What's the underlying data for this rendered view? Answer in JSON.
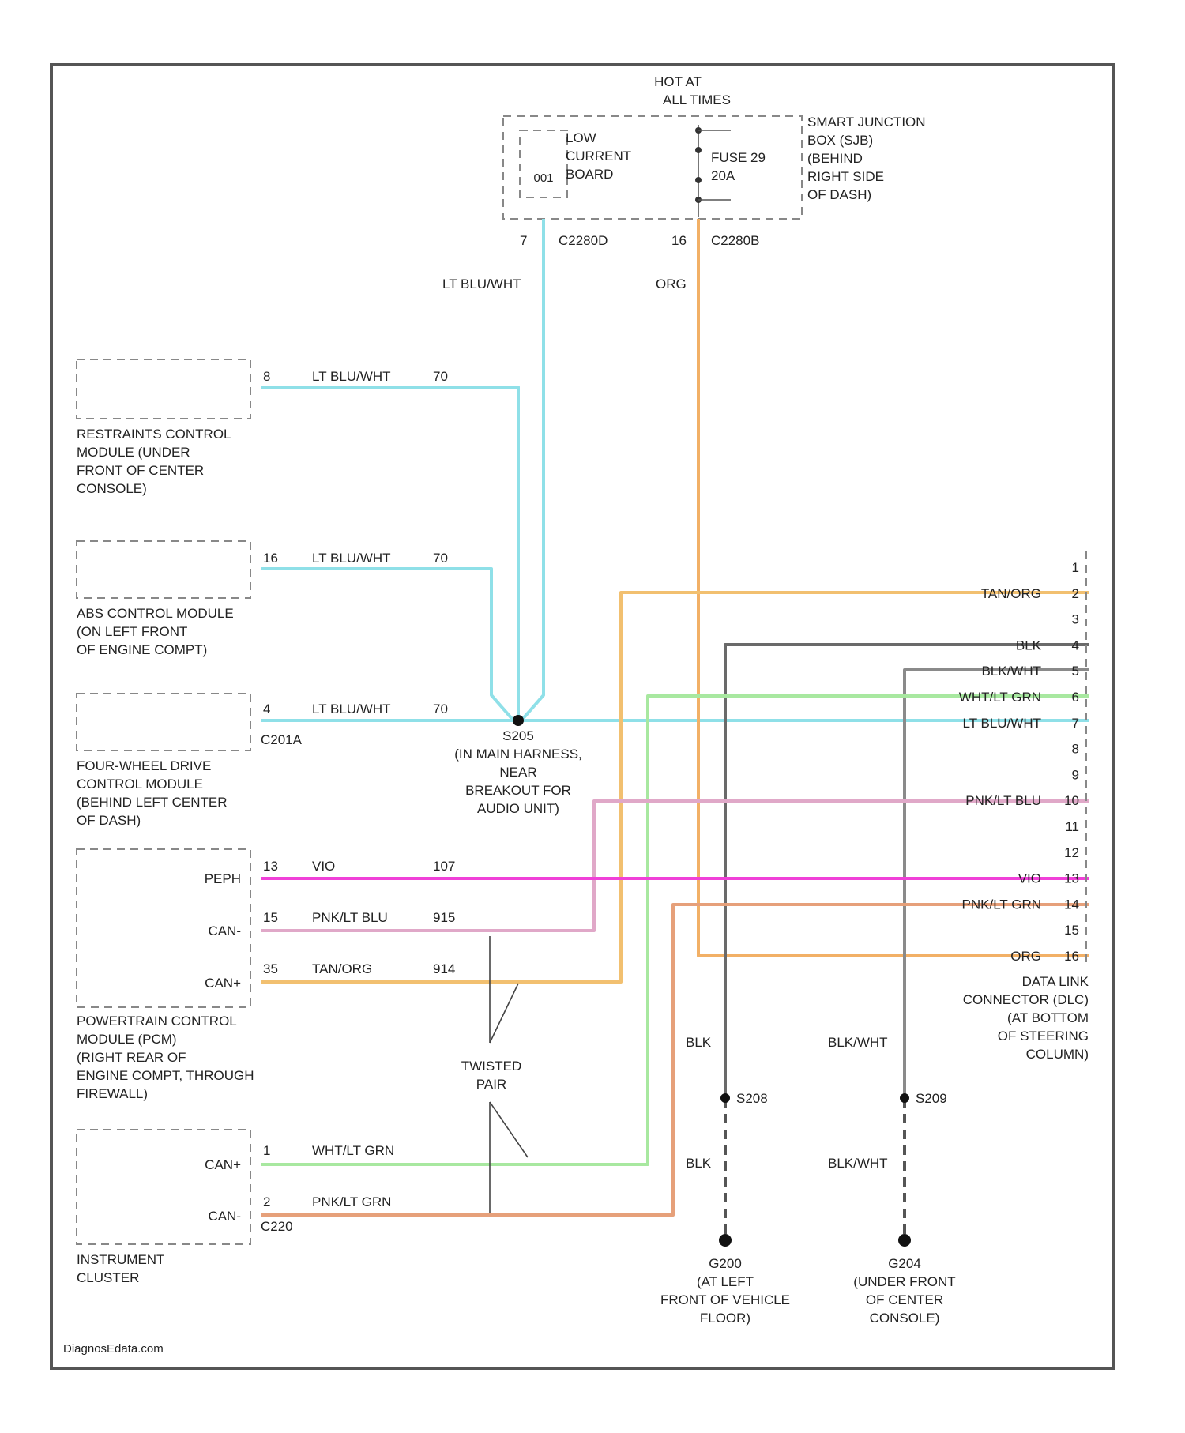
{
  "header": {
    "power": [
      "HOT AT",
      "ALL TIMES"
    ]
  },
  "sjb": {
    "label": [
      "SMART JUNCTION",
      "BOX (SJB)",
      "(BEHIND",
      "RIGHT SIDE",
      "OF DASH)"
    ],
    "lcb": [
      "LOW",
      "CURRENT",
      "BOARD"
    ],
    "lcb_ic": "001",
    "fuse": [
      "FUSE 29",
      "20A"
    ],
    "pin_left": "7",
    "conn_left": "C2280D",
    "pin_right": "16",
    "conn_right": "C2280B"
  },
  "wire_labels": {
    "lcb_down": "LT BLU/WHT",
    "fuse_down": "ORG"
  },
  "rcm": {
    "label": [
      "RESTRAINTS CONTROL",
      "MODULE (UNDER",
      "FRONT OF CENTER",
      "CONSOLE)"
    ],
    "pin": "8",
    "color": "LT BLU/WHT",
    "circuit": "70"
  },
  "abs": {
    "label": [
      "ABS CONTROL MODULE",
      "(ON LEFT FRONT",
      "OF ENGINE COMPT)"
    ],
    "pin": "16",
    "color": "LT BLU/WHT",
    "circuit": "70"
  },
  "fwd": {
    "label": [
      "FOUR-WHEEL DRIVE",
      "CONTROL MODULE",
      "(BEHIND LEFT CENTER",
      "OF DASH)"
    ],
    "pin": "4",
    "conn": "C201A",
    "color": "LT BLU/WHT",
    "circuit": "70"
  },
  "splice": {
    "id": "S205",
    "label": [
      "(IN MAIN HARNESS,",
      "NEAR",
      "BREAKOUT FOR",
      "AUDIO UNIT)"
    ]
  },
  "pcm": {
    "label": [
      "POWERTRAIN CONTROL",
      "MODULE (PCM)",
      "(RIGHT REAR OF",
      "ENGINE COMPT, THROUGH",
      "FIREWALL)"
    ],
    "rows": [
      {
        "name": "PEPH",
        "pin": "13",
        "color": "VIO",
        "circuit": "107"
      },
      {
        "name": "CAN-",
        "pin": "15",
        "color": "PNK/LT BLU",
        "circuit": "915"
      },
      {
        "name": "CAN+",
        "pin": "35",
        "color": "TAN/ORG",
        "circuit": "914"
      }
    ]
  },
  "ipc": {
    "label": [
      "INSTRUMENT",
      "CLUSTER"
    ],
    "conn": "C220",
    "rows": [
      {
        "name": "CAN+",
        "pin": "1",
        "color": "WHT/LT GRN"
      },
      {
        "name": "CAN-",
        "pin": "2",
        "color": "PNK/LT GRN"
      }
    ]
  },
  "twisted_pair": [
    "TWISTED",
    "PAIR"
  ],
  "dlc": {
    "label": [
      "DATA LINK",
      "CONNECTOR (DLC)",
      "(AT BOTTOM",
      "OF STEERING",
      "COLUMN)"
    ],
    "pins": [
      "1",
      "2",
      "3",
      "4",
      "5",
      "6",
      "7",
      "8",
      "9",
      "10",
      "11",
      "12",
      "13",
      "14",
      "15",
      "16"
    ],
    "wires": [
      {
        "pin": "2",
        "color": "TAN/ORG"
      },
      {
        "pin": "4",
        "color": "BLK"
      },
      {
        "pin": "5",
        "color": "BLK/WHT"
      },
      {
        "pin": "6",
        "color": "WHT/LT GRN"
      },
      {
        "pin": "7",
        "color": "LT BLU/WHT"
      },
      {
        "pin": "10",
        "color": "PNK/LT BLU"
      },
      {
        "pin": "13",
        "color": "VIO"
      },
      {
        "pin": "14",
        "color": "PNK/LT GRN"
      },
      {
        "pin": "16",
        "color": "ORG"
      }
    ]
  },
  "ground1": {
    "wire_upper": "BLK",
    "splice": "S208",
    "wire_lower": "BLK",
    "id": "G200",
    "label": [
      "(AT LEFT",
      "FRONT OF VEHICLE",
      "FLOOR)"
    ]
  },
  "ground2": {
    "wire_upper": "BLK/WHT",
    "splice": "S209",
    "wire_lower": "BLK/WHT",
    "id": "G204",
    "label": [
      "(UNDER FRONT",
      "OF CENTER",
      "CONSOLE)"
    ]
  },
  "watermark": "DiagnosEdata.com",
  "colors": {
    "ltblu_wht": "#8fe0e8",
    "org": "#f2b066",
    "tan_org": "#f2c070",
    "blk": "#6a6a6a",
    "blk_wht": "#8a8a8a",
    "wht_ltgrn": "#a8e8a0",
    "pnk_ltblu": "#e0a8c8",
    "vio": "#f040d8",
    "pnk_ltgrn": "#e6a07a"
  }
}
